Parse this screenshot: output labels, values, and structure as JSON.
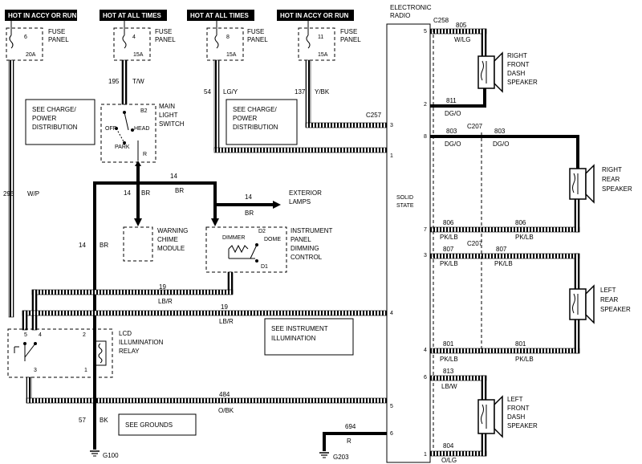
{
  "headers": {
    "h1": "HOT IN ACCY OR RUN",
    "h2": "HOT AT ALL TIMES",
    "h3": "HOT AT ALL TIMES",
    "h4": "HOT IN ACCY OR RUN"
  },
  "fuses": [
    {
      "num": "6",
      "rating": "20A",
      "label1": "FUSE",
      "label2": "PANEL"
    },
    {
      "num": "4",
      "rating": "15A",
      "label1": "FUSE",
      "label2": "PANEL"
    },
    {
      "num": "8",
      "rating": "15A",
      "label1": "FUSE",
      "label2": "PANEL"
    },
    {
      "num": "11",
      "rating": "15A",
      "label1": "FUSE",
      "label2": "PANEL"
    }
  ],
  "wires": {
    "w195": "195",
    "w195c": "T/W",
    "w54": "54",
    "w54c": "LG/Y",
    "w137": "137",
    "w137c": "Y/BK",
    "w296": "296",
    "w296c": "W/P",
    "w14a": "14",
    "w14ac": "BR",
    "w14b": "14",
    "w14bc": "BR",
    "w14c": "14",
    "w14cc": "BR",
    "w14d": "14",
    "w14dc": "BR",
    "w19a": "19",
    "w19ac": "LB/R",
    "w19b": "19",
    "w19bc": "LB/R",
    "w484": "484",
    "w484c": "O/BK",
    "w57": "57",
    "w57c": "BK",
    "w694": "694",
    "w694c": "R",
    "w805": "805",
    "w805c": "W/LG",
    "w811": "811",
    "w811c": "DG/O",
    "w803a": "803",
    "w803ac": "DG/O",
    "w803b": "803",
    "w803bc": "DG/O",
    "w806a": "806",
    "w806ac": "PK/LB",
    "w806b": "806",
    "w806bc": "PK/LB",
    "w807a": "807",
    "w807ac": "PK/LB",
    "w807b": "807",
    "w807bc": "PK/LB",
    "w801a": "801",
    "w801ac": "PK/LB",
    "w801b": "801",
    "w801bc": "PK/LB",
    "w813": "813",
    "w813c": "LB/W",
    "w804": "804",
    "w804c": "O/LG"
  },
  "connectors": {
    "c257": "C257",
    "c258": "C258",
    "c207a": "C207",
    "c207b": "C207"
  },
  "boxes": {
    "charge1": [
      "SEE CHARGE/",
      "POWER",
      "DISTRIBUTION"
    ],
    "charge2": [
      "SEE CHARGE/",
      "POWER",
      "DISTRIBUTION"
    ],
    "illum": [
      "SEE INSTRUMENT",
      "ILLUMINATION"
    ],
    "grounds": "SEE GROUNDS"
  },
  "components": {
    "main_switch": [
      "MAIN",
      "LIGHT",
      "SWITCH"
    ],
    "sw_off": "OFF",
    "sw_head": "HEAD",
    "sw_park": "PARK",
    "sw_b2": "B2",
    "sw_r": "R",
    "chime": [
      "WARNING",
      "CHIME",
      "MODULE"
    ],
    "exterior": [
      "EXTERIOR",
      "LAMPS"
    ],
    "dimming": [
      "INSTRUMENT",
      "PANEL",
      "DIMMING",
      "CONTROL"
    ],
    "dim_dimmer": "DIMMER",
    "dim_d2": "D2",
    "dim_dome": "DOME",
    "dim_d1": "D1",
    "relay": [
      "LCD",
      "ILLUMINATION",
      "RELAY"
    ],
    "relay_pins": [
      "5",
      "4",
      "2",
      "3",
      "1"
    ],
    "radio": [
      "ELECTRONIC",
      "RADIO"
    ],
    "solid": [
      "SOLID",
      "STATE"
    ],
    "radio_pins": [
      "5",
      "2",
      "3",
      "1",
      "8",
      "7",
      "3",
      "4",
      "4",
      "6",
      "5",
      "6",
      "1"
    ]
  },
  "speakers": {
    "rf": [
      "RIGHT",
      "FRONT",
      "DASH",
      "SPEAKER"
    ],
    "rr": [
      "RIGHT",
      "REAR",
      "SPEAKER"
    ],
    "lr": [
      "LEFT",
      "REAR",
      "SPEAKER"
    ],
    "lf": [
      "LEFT",
      "FRONT",
      "DASH",
      "SPEAKER"
    ]
  },
  "grounds": {
    "g100": "G100",
    "g203": "G203"
  }
}
